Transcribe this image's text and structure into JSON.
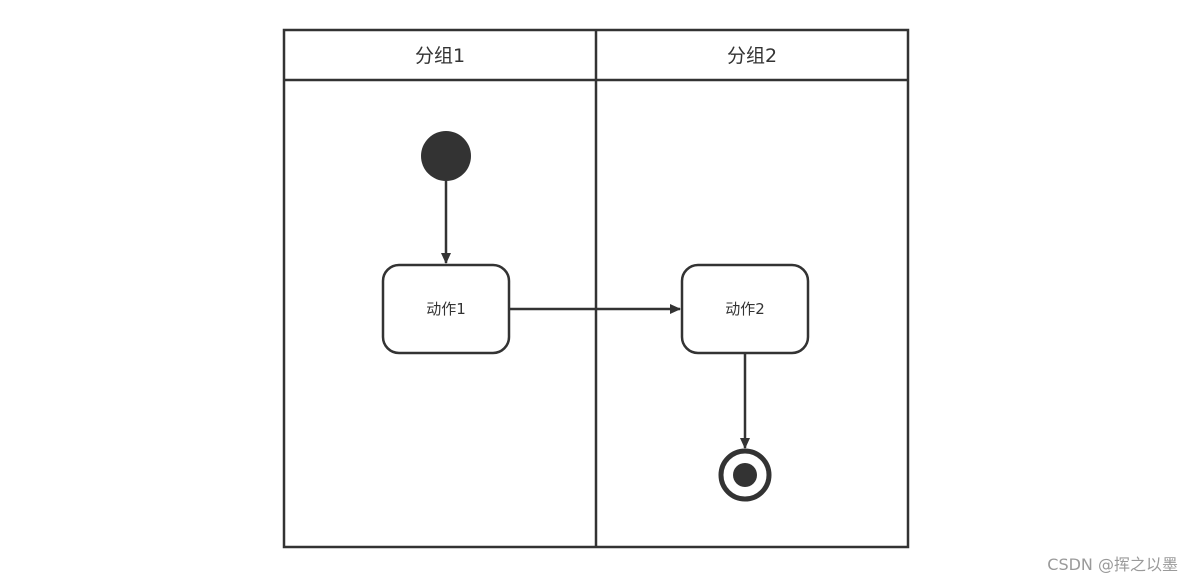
{
  "swimlanes": [
    {
      "title": "分组1"
    },
    {
      "title": "分组2"
    }
  ],
  "nodes": {
    "action1": {
      "label": "动作1"
    },
    "action2": {
      "label": "动作2"
    }
  },
  "watermark": "CSDN @挥之以墨",
  "colors": {
    "stroke": "#333333",
    "fill": "#333333",
    "background": "#ffffff"
  }
}
